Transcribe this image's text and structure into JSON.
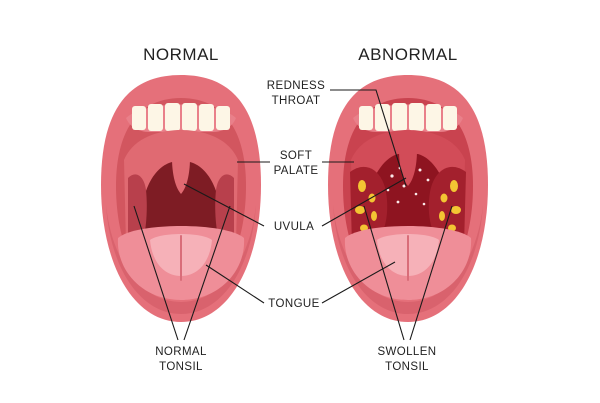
{
  "titles": {
    "normal": "NORMAL",
    "abnormal": "ABNORMAL"
  },
  "labels": {
    "redness_line1": "REDNESS",
    "redness_line2": "THROAT",
    "soft_palate_line1": "SOFT",
    "soft_palate_line2": "PALATE",
    "uvula": "UVULA",
    "tongue": "TONGUE",
    "normal_tonsil_line1": "NORMAL",
    "normal_tonsil_line2": "TONSIL",
    "swollen_tonsil_line1": "SWOLLEN",
    "swollen_tonsil_line2": "TONSIL"
  },
  "colors": {
    "lips": "#e5707a",
    "lips_dark": "#cf5763",
    "mouth_inner": "#d2565f",
    "palate": "#e06a72",
    "throat_normal": "#7e1c24",
    "throat_abnormal": "#8e1420",
    "tongue": "#ef8e98",
    "tongue_light": "#f6b1b8",
    "teeth": "#fdf6e6",
    "pus": "#f3c533"
  }
}
